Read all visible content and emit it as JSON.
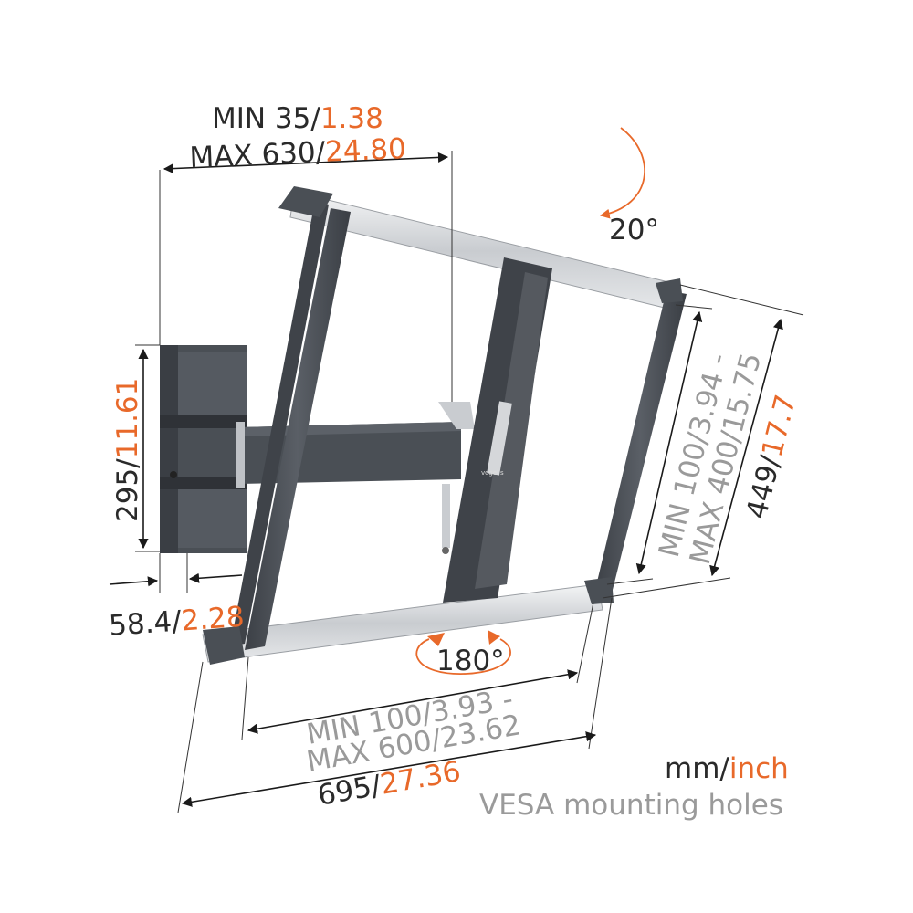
{
  "colors": {
    "accent": "#e8692a",
    "dark_metal": "#4a4f55",
    "silver": "#d8dadd",
    "text": "#2a2a2a",
    "muted": "#9a9a9a"
  },
  "dimensions": {
    "arm_extension": {
      "min_mm": "MIN 35/",
      "min_in": "1.38",
      "max_mm": "MAX 630/",
      "max_in": "24.80"
    },
    "tilt": {
      "value": "20°"
    },
    "wall_plate_height": {
      "mm": "295/",
      "in": "11.61"
    },
    "wall_plate_depth": {
      "mm": "58.4/",
      "in": "2.28"
    },
    "swivel": {
      "value": "180°"
    },
    "vesa_vertical": {
      "line1": "MIN 100/3.94 -",
      "line2": "MAX 400/15.75"
    },
    "frame_height": {
      "mm": "449/",
      "in": "17.7"
    },
    "vesa_horizontal": {
      "line1": "MIN 100/3.93 -",
      "line2": "MAX 600/23.62"
    },
    "frame_width": {
      "mm": "695/",
      "in": "27.36"
    }
  },
  "legend": {
    "unit_mm": "mm/",
    "unit_inch": "inch",
    "note": "VESA mounting holes"
  },
  "logo_text": "vogel's"
}
